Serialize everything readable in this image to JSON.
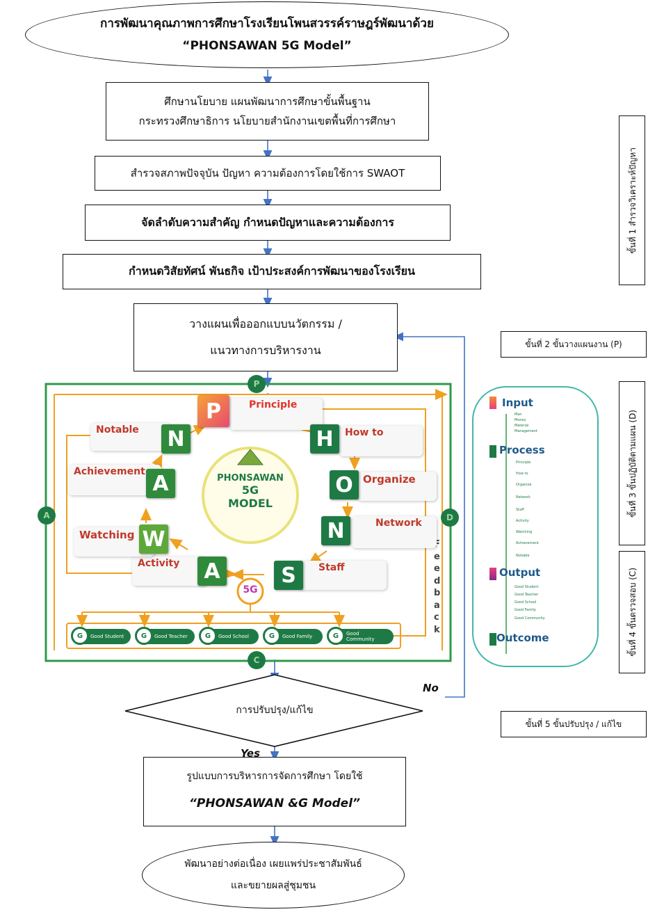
{
  "title": {
    "line1": "การพัฒนาคุณภาพการศึกษาโรงเรียนโพนสวรรค์ราษฎร์พัฒนาด้วย",
    "line2": "“PHONSAWAN 5G Model”"
  },
  "steps": {
    "study_1": "ศึกษานโยบาย แผนพัฒนาการศึกษาขั้นพื้นฐาน",
    "study_2": "กระทรวงศึกษาธิการ นโยบายสำนักงานเขตพื้นที่การศึกษา",
    "survey": "สำรวจสภาพปัจจุบัน ปัญหา ความต้องการโดยใช้การ SWAOT",
    "priority": "จัดลำดับความสำคัญ กำหนดปัญหาและความต้องการ",
    "vision": "กำหนดวิสัยทัศน์ พันธกิจ เป้าประสงค์การพัฒนาของโรงเรียน",
    "plan_1": "วางแผนเพื่อออกแบบนวัตกรรม /",
    "plan_2": "แนวทางการบริหารงาน",
    "decision": "การปรับปรุง/แก้ไข",
    "no": "No",
    "yes": "Yes",
    "result_1": "รูปแบบการบริหารการจัดการศึกษา โดยใช้",
    "result_2": "“PHONSAWAN &G Model”",
    "end_1": "พัฒนาอย่างต่อเนื่อง เผยแพร่ประชาสัมพันธ์",
    "end_2": "และขยายผลสู่ชุมชน"
  },
  "side_labels": {
    "s1": "ขั้นที่ 1 สำรวจวิเคราะห์ปัญหา",
    "s2": "ขั้นที่ 2 ขั้นวางแผนงาน (P)",
    "s3": "ขั้นที่ 3 ขั้นปฏิบัติตามแผน (D)",
    "s4": "ขั้นที่ 4 ขั้นตรวจสอบ (C)",
    "s5": "ขั้นที่ 5 ขั้นปรับปรุง / แก้ไข"
  },
  "cycle": {
    "p": "P",
    "d": "D",
    "c": "C",
    "a": "A",
    "feedback": "Feedback"
  },
  "model": {
    "logo_1": "PHONSAWAN",
    "logo_2": "5G",
    "logo_3": "MODEL",
    "hub": "5G",
    "items": [
      {
        "letter": "P",
        "title": "Principle",
        "color": "#f07a2a"
      },
      {
        "letter": "H",
        "title": "How to",
        "color": "#1e7a45"
      },
      {
        "letter": "O",
        "title": "Organize",
        "color": "#1e7a45"
      },
      {
        "letter": "N",
        "title": "Network",
        "color": "#1e7a45"
      },
      {
        "letter": "S",
        "title": "Staff",
        "color": "#1e7a45"
      },
      {
        "letter": "A",
        "title": "Activity",
        "color": "#1e7a45"
      },
      {
        "letter": "W",
        "title": "Watching",
        "color": "#2f8a3c"
      },
      {
        "letter": "A",
        "title": "Achievement",
        "color": "#2f8a3c"
      },
      {
        "letter": "N",
        "title": "Notable",
        "color": "#2f8a3c"
      }
    ],
    "goods": [
      {
        "g": "G",
        "label": "Good Student"
      },
      {
        "g": "G",
        "label": "Good Teacher"
      },
      {
        "g": "G",
        "label": "Good School"
      },
      {
        "g": "G",
        "label": "Good Family"
      },
      {
        "g": "G",
        "label": "Good Community"
      }
    ]
  },
  "right_panel": {
    "input": "Input",
    "input_rows": [
      "Man",
      "Money",
      "Material",
      "Management"
    ],
    "process": "Process",
    "process_rows": [
      "Principle",
      "How to",
      "Organize",
      "Network",
      "Staff",
      "Activity",
      "Watching",
      "Achievement",
      "Notable"
    ],
    "output": "Output",
    "output_rows": [
      "Good Student",
      "Good Teacher",
      "Good School",
      "Good Family",
      "Good Community"
    ],
    "outcome": "Outcome"
  },
  "colors": {
    "arrow": "#4472c4",
    "green": "#1e7a45",
    "orange": "#f0a020",
    "panel_border": "#3fb8a8"
  }
}
